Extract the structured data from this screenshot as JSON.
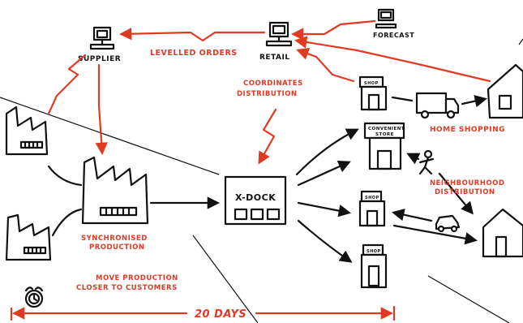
{
  "labels": {
    "supplier": "SUPPLIER",
    "retail": "RETAIL",
    "forecast": "FORECAST",
    "levelled_orders": "LEVELLED ORDERS",
    "coordinates_1": "COORDINATES",
    "coordinates_2": "DISTRIBUTION",
    "home_shopping": "HOME SHOPPING",
    "convenience_1": "CONVENIENT",
    "convenience_2": "STORE",
    "neighbourhood_1": "NEIGHBOURHOOD",
    "neighbourhood_2": "DISTRIBUTION",
    "xdock": "X-DOCK",
    "sync_1": "SYNCHRONISED",
    "sync_2": "PRODUCTION",
    "move_1": "MOVE PRODUCTION",
    "move_2": "CLOSER TO CUSTOMERS",
    "days": "20 DAYS",
    "shop_1": "SHOP",
    "shop_2": "SHOP",
    "shop_3": "SHOP"
  },
  "colors": {
    "ink": "#111111",
    "accent": "#e03a24"
  }
}
